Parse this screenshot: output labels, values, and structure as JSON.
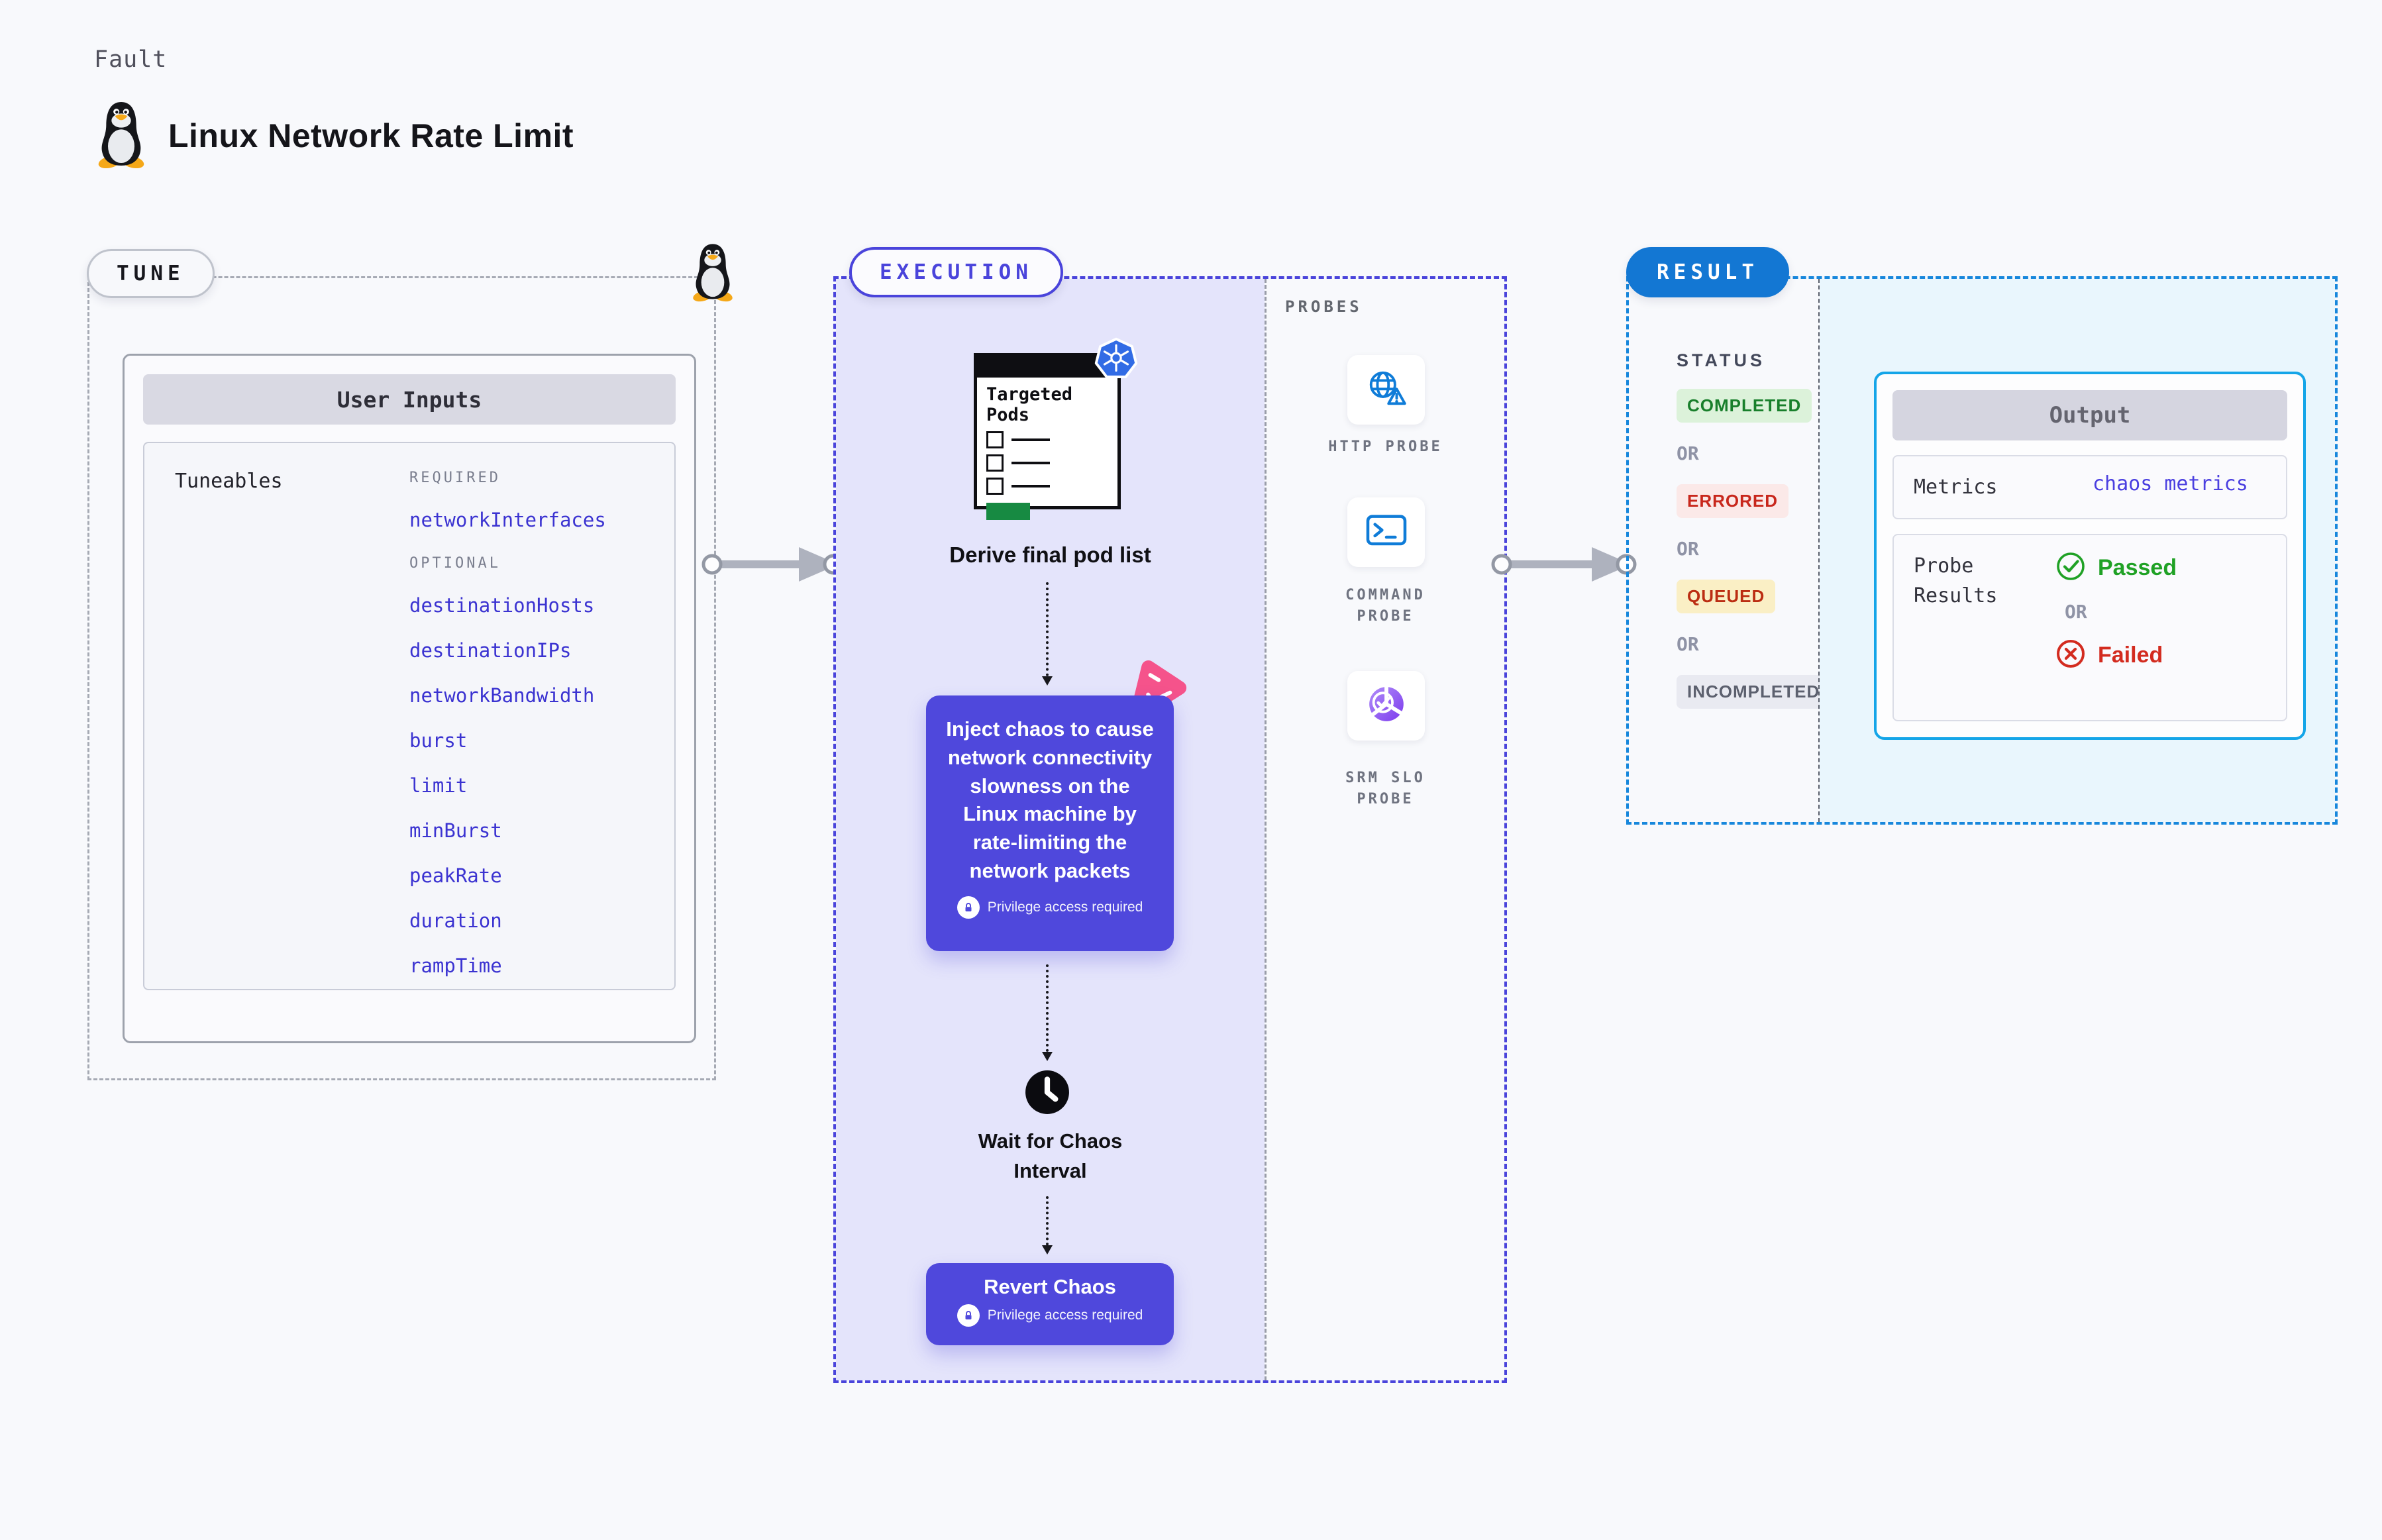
{
  "page": {
    "eyebrow": "Fault",
    "title": "Linux Network Rate Limit"
  },
  "colors": {
    "accent_indigo": "#4A44DB",
    "accent_blue": "#1377D3",
    "accent_cyan": "#14A5E8",
    "chaos_box_indigo": "#4F48DC",
    "param_link_blue": "#3B33D1",
    "passed_green": "#1FA125",
    "failed_red": "#D32B1F",
    "kubernetes_blue": "#326CE5",
    "litmus_pink": "#F5538B",
    "probe_icon_blue": "#0F7CD8"
  },
  "tune": {
    "pill_label": "TUNE",
    "card_title": "User Inputs",
    "tuneables_label": "Tuneables",
    "required_label": "REQUIRED",
    "required_items": [
      "networkInterfaces"
    ],
    "optional_label": "OPTIONAL",
    "optional_items": [
      "destinationHosts",
      "destinationIPs",
      "networkBandwidth",
      "burst",
      "limit",
      "minBurst",
      "peakRate",
      "duration",
      "rampTime"
    ]
  },
  "execution": {
    "pill_label": "EXECUTION",
    "pods_card_title": "Targeted Pods",
    "derive_label": "Derive final pod list",
    "inject_label": "Inject chaos to cause network connectivity slowness on the Linux machine by rate-limiting the network packets",
    "privilege_label": "Privilege access required",
    "wait_label": "Wait for Chaos Interval",
    "revert_label": "Revert Chaos"
  },
  "probes": {
    "section_label": "PROBES",
    "items": [
      {
        "label": "HTTP PROBE",
        "icon": "globe-alert-icon"
      },
      {
        "label": "COMMAND PROBE",
        "icon": "terminal-icon"
      },
      {
        "label": "SRM SLO PROBE",
        "icon": "pie-check-icon"
      }
    ]
  },
  "result": {
    "pill_label": "RESULT",
    "status_label": "STATUS",
    "or_label": "OR",
    "statuses": [
      {
        "label": "COMPLETED",
        "style": "background:#DCF2DA;color:#187F2B"
      },
      {
        "label": "ERRORED",
        "style": "background:#FBE9E8;color:#C8271C"
      },
      {
        "label": "QUEUED",
        "style": "background:#FAEFC5;color:#BB2D12"
      },
      {
        "label": "INCOMPLETED",
        "style": "background:#E9EAF1;color:#5C606E"
      }
    ],
    "output": {
      "title": "Output",
      "metrics_label": "Metrics",
      "metrics_value": "chaos metrics",
      "probe_results_label": "Probe Results",
      "passed_label": "Passed",
      "or_label": "OR",
      "failed_label": "Failed"
    }
  },
  "icons": {
    "tux-icon": "Linux Tux penguin",
    "kubernetes-icon": "Kubernetes helm wheel",
    "clock-icon": "clock",
    "lock-icon": "padlock",
    "globe-alert-icon": "globe with warning triangle",
    "terminal-icon": "command prompt terminal",
    "pie-check-icon": "SLO pie chart with check mark",
    "litmus-chaos-icon": "pink chaos triangle",
    "check-circle-icon": "green check circle",
    "x-circle-icon": "red cross circle"
  }
}
